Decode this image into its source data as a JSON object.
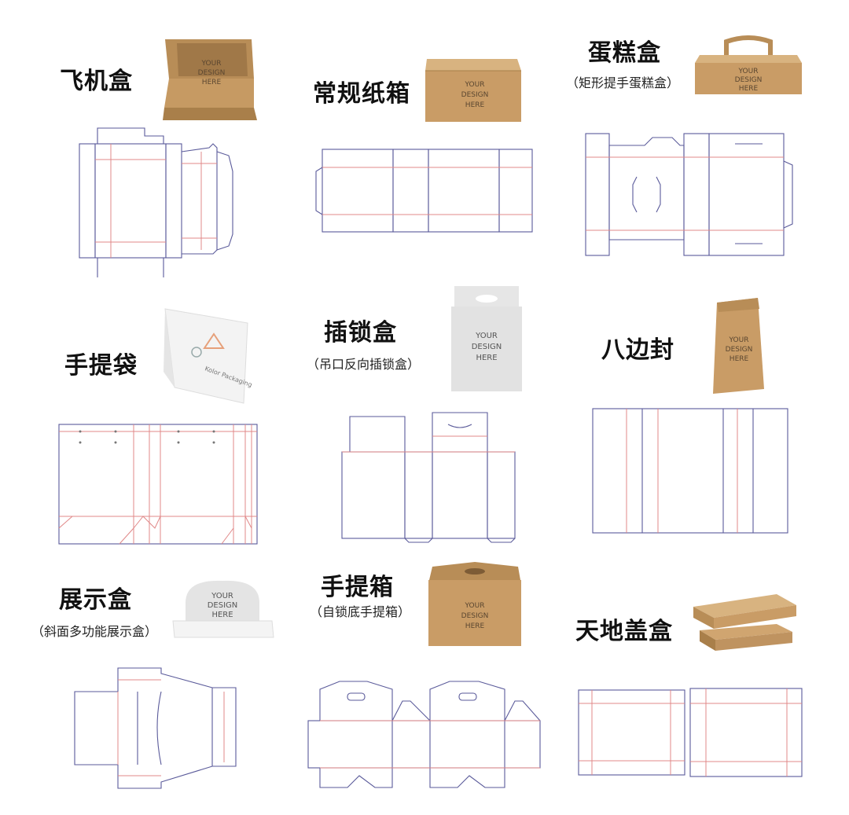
{
  "boxes": [
    {
      "id": "airplane",
      "title": "飞机盒",
      "subtitle": ""
    },
    {
      "id": "regular",
      "title": "常规纸箱",
      "subtitle": ""
    },
    {
      "id": "cake",
      "title": "蛋糕盒",
      "subtitle": "（矩形提手蛋糕盒）"
    },
    {
      "id": "handbag",
      "title": "手提袋",
      "subtitle": ""
    },
    {
      "id": "lock",
      "title": "插锁盒",
      "subtitle": "（吊口反向插锁盒）"
    },
    {
      "id": "eightside",
      "title": "八边封",
      "subtitle": ""
    },
    {
      "id": "display",
      "title": "展示盒",
      "subtitle": "（斜面多功能展示盒）"
    },
    {
      "id": "handlebox",
      "title": "手提箱",
      "subtitle": "（自锁底手提箱）"
    },
    {
      "id": "lidbox",
      "title": "天地盖盒",
      "subtitle": ""
    }
  ],
  "mockup_text": {
    "line1": "YOUR",
    "line2": "DESIGN",
    "line3": "HERE"
  },
  "bag_brand": "Kolor Packaging",
  "colors": {
    "kraft": "#c9a06a",
    "kraft_dark": "#a97f4a",
    "cut_line": "#5a5a9a",
    "fold_line": "#e08888"
  }
}
